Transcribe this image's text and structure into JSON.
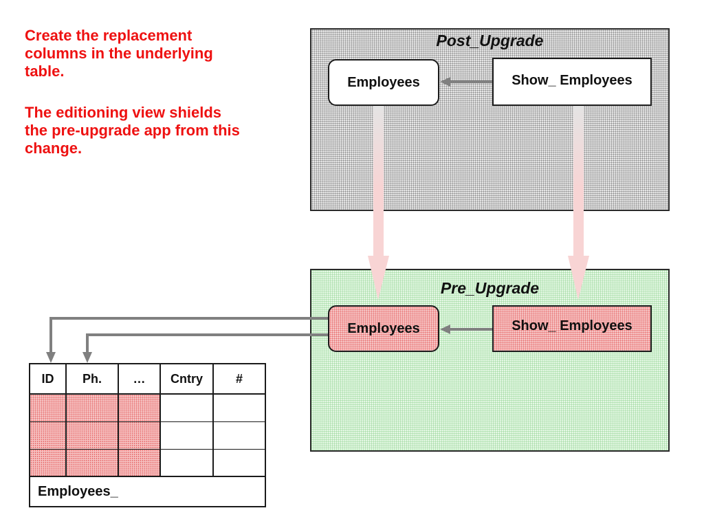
{
  "notes": {
    "first": "Create the replacement\ncolumns in the underlying\ntable.",
    "second": "The editioning view shields\nthe pre-upgrade app from this\nchange."
  },
  "editions": {
    "post": {
      "title": "Post_Upgrade",
      "employees": "Employees",
      "show": "Show_ Employees"
    },
    "pre": {
      "title": "Pre_Upgrade",
      "employees": "Employees",
      "show": "Show_ Employees"
    }
  },
  "table": {
    "columns": [
      "ID",
      "Ph.",
      "…",
      "Cntry",
      "#"
    ],
    "highlighted_columns": [
      "ID",
      "Ph.",
      "…"
    ],
    "row_count": 3,
    "name": "Employees_"
  },
  "colors": {
    "note_text": "#ee1111",
    "connector": "#808080",
    "cross_edition_arrow": "#f8d4d4",
    "cross_edition_arrow_shaft": "#e4e4e4",
    "post_edition_fill": "#e6e6e6",
    "pre_edition_fill": "#e5f8e5",
    "changed_fill": "#f6c6c6"
  }
}
